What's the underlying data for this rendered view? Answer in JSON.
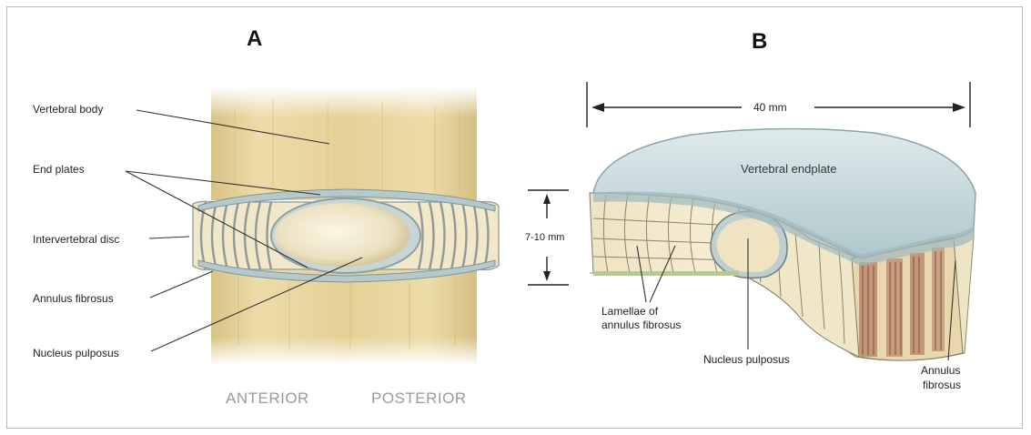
{
  "panels": {
    "a": {
      "letter": "A"
    },
    "b": {
      "letter": "B"
    }
  },
  "panel_a": {
    "labels": {
      "vertebral_body": "Vertebral body",
      "end_plates": "End plates",
      "intervertebral_disc": "Intervertebral disc",
      "annulus_fibrosus": "Annulus fibrosus",
      "nucleus_pulposus": "Nucleus pulposus"
    },
    "directions": {
      "anterior": "ANTERIOR",
      "posterior": "POSTERIOR"
    }
  },
  "panel_b": {
    "width_dimension": "40 mm",
    "height_dimension": "7-10 mm",
    "endplate_label": "Vertebral endplate",
    "lamellae_line1": "Lamellae of",
    "lamellae_line2": "annulus fibrosus",
    "nucleus_label": "Nucleus pulposus",
    "annulus_line1": "Annulus",
    "annulus_line2": "fibrosus"
  },
  "colors": {
    "bone": "#e6d49c",
    "endplate": "#b9cdcf",
    "disc_lamellae": "#f1e7c8",
    "nucleus": "#efe6c9"
  }
}
